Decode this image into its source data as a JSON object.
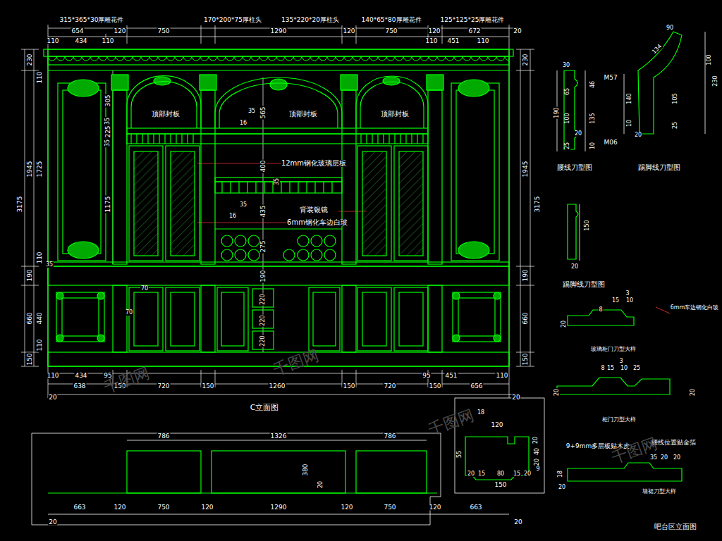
{
  "diagram": {
    "labels": [
      "315*365*30厚雕花件",
      "170*200*75厚柱头",
      "135*220*20厚柱头",
      "140*65*80厚雕花件",
      "125*125*25厚雕花件",
      "654",
      "120",
      "750",
      "1290",
      "120",
      "750",
      "120",
      "672",
      "20",
      "110",
      "434",
      "110",
      "110",
      "451",
      "110",
      "230",
      "110",
      "1945",
      "1725",
      "3175",
      "110",
      "35",
      "190",
      "660",
      "440",
      "110",
      "150",
      "305",
      "35",
      "225",
      "35",
      "1175",
      "230",
      "1945",
      "3175",
      "190",
      "660",
      "150",
      "顶部封板",
      "顶部封板",
      "顶部封板",
      "565",
      "35",
      "16",
      "12mm钢化玻璃层板",
      "400",
      "35",
      "背装银镜",
      "35",
      "16",
      "435",
      "6mm钢化车边白玻",
      "275",
      "190",
      "220",
      "220",
      "220",
      "70",
      "70",
      "110",
      "434",
      "95",
      "95",
      "451",
      "110",
      "638",
      "150",
      "720",
      "150",
      "1260",
      "150",
      "720",
      "150",
      "656",
      "20",
      "20",
      "C立面图",
      "786",
      "1326",
      "786",
      "380",
      "20",
      "663",
      "120",
      "750",
      "120",
      "1290",
      "120",
      "750",
      "120",
      "663",
      "20",
      "20",
      "18",
      "120",
      "55",
      "20",
      "40",
      "20",
      "80",
      "15",
      "20",
      "9",
      "20",
      "15",
      "150",
      "30",
      "M57",
      "46",
      "65",
      "190",
      "100",
      "135",
      "20",
      "25",
      "10",
      "M06",
      "腰线刀型图",
      "90",
      "134",
      "100",
      "230",
      "140",
      "105",
      "10",
      "20",
      "25",
      "踢脚线刀型图",
      "150",
      "20",
      "踢脚线刀型图",
      "3",
      "15",
      "10",
      "8",
      "6mm车边钢化白玻",
      "20",
      "玻璃柜门刀型大样",
      "3",
      "8",
      "15",
      "10",
      "25",
      "20",
      "20",
      "柜门刀型大样",
      "9+9mm多层板贴木皮",
      "腰线位置贴金箔",
      "35",
      "20",
      "20",
      "18",
      "20",
      "墙裙刀型大样",
      "吧台区立面图",
      "千图网",
      "千图网",
      "千图网",
      "千图网"
    ]
  }
}
